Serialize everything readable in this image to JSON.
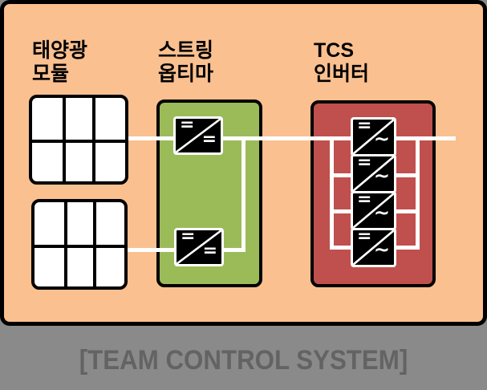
{
  "colors": {
    "page_bg": "#8A8A8A",
    "panel_bg": "#FAC090",
    "border_black": "#000000",
    "optimizer_green": "#9BBB59",
    "inverter_red": "#C0504D",
    "wire_white": "#FFFFFF",
    "module_white": "#FFFFFF",
    "banner_bg": "#8A8A8A",
    "banner_text": "#636363",
    "label_text": "#000000"
  },
  "diagram": {
    "labels": {
      "solar_module": "태양광\n모듈",
      "string_optimizer": "스트링\n옵티마",
      "tcs_inverter": "TCS\n인버터"
    },
    "components": {
      "solar_panel_count": 2,
      "solar_panel_cells": "3×2",
      "optimizer_count": 2,
      "inverter_count": 4
    },
    "icons": {
      "dc_symbol": "=",
      "ac_symbol": "~"
    }
  },
  "banner": {
    "title": "[TEAM CONTROL SYSTEM]"
  }
}
